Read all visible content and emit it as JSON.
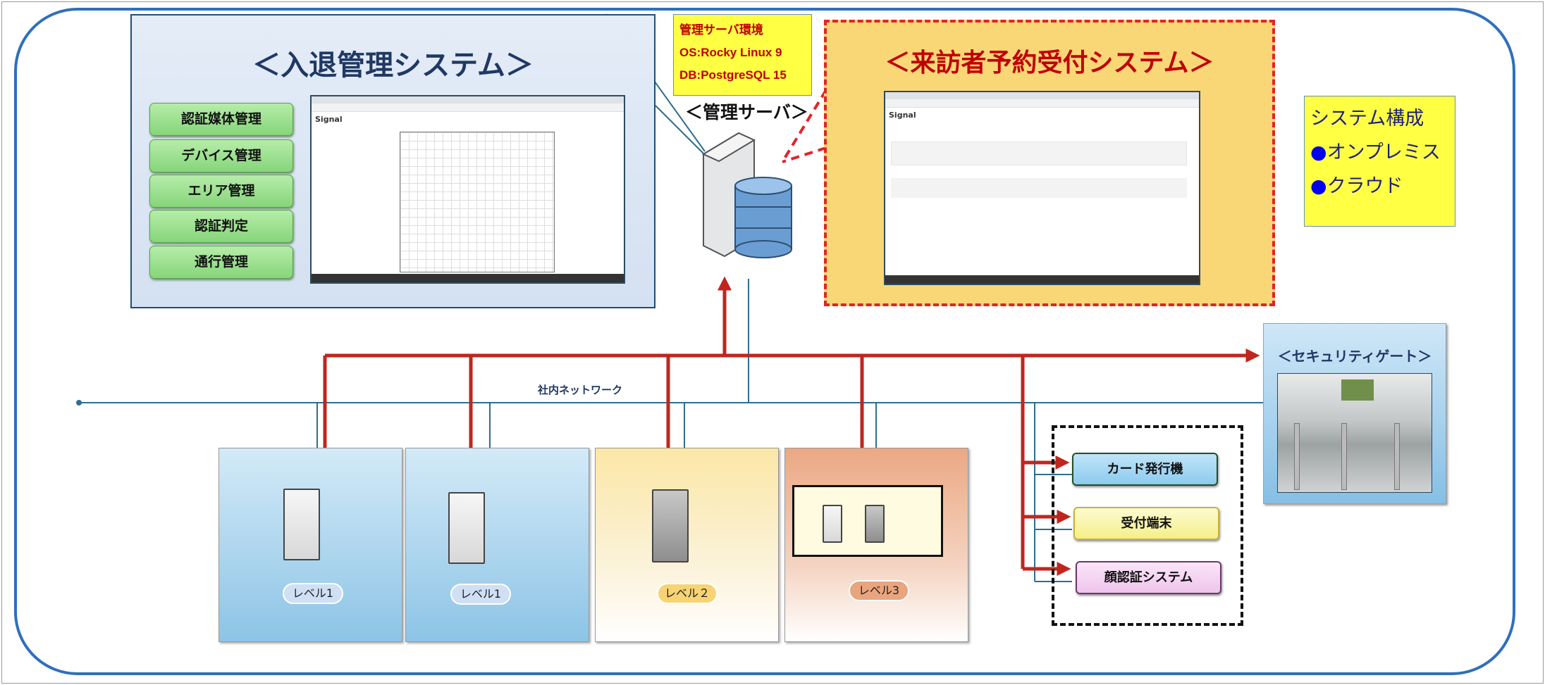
{
  "access_system": {
    "title": "＜入退管理システム＞",
    "buttons": [
      "認証媒体管理",
      "デバイス管理",
      "エリア管理",
      "認証判定",
      "通行管理"
    ],
    "screenshot_logo": "Signal"
  },
  "server": {
    "env_title": "管理サーバ環境",
    "os": "OS:Rocky Linux 9",
    "db": "DB:PostgreSQL 15",
    "label": "＜管理サーバ＞"
  },
  "visitor_system": {
    "title": "＜来訪者予約受付システム＞",
    "screenshot_logo": "Signal"
  },
  "system_config": {
    "title": "システム構成",
    "items": [
      "オンプレミス",
      "クラウド"
    ],
    "bullet": "●"
  },
  "network": {
    "label": "社内ネットワーク"
  },
  "devices": [
    {
      "level": "レベル1",
      "color": "#9fcdea"
    },
    {
      "level": "レベル1",
      "color": "#9fcdea"
    },
    {
      "level": "レベル２",
      "color": "#f9e08c"
    },
    {
      "level": "レベル3",
      "color": "#e9a57e"
    }
  ],
  "security_gate": {
    "title": "＜セキュリティゲート＞"
  },
  "terminals": [
    {
      "label": "カード発行機",
      "color": "#9fd3f0"
    },
    {
      "label": "受付端末",
      "color": "#fbf6a8"
    },
    {
      "label": "顔認証システム",
      "color": "#f5d3f2"
    }
  ],
  "colors": {
    "red_line": "#c0261d",
    "blue_line": "#2e6e8e",
    "frame": "#2f6fbd"
  }
}
